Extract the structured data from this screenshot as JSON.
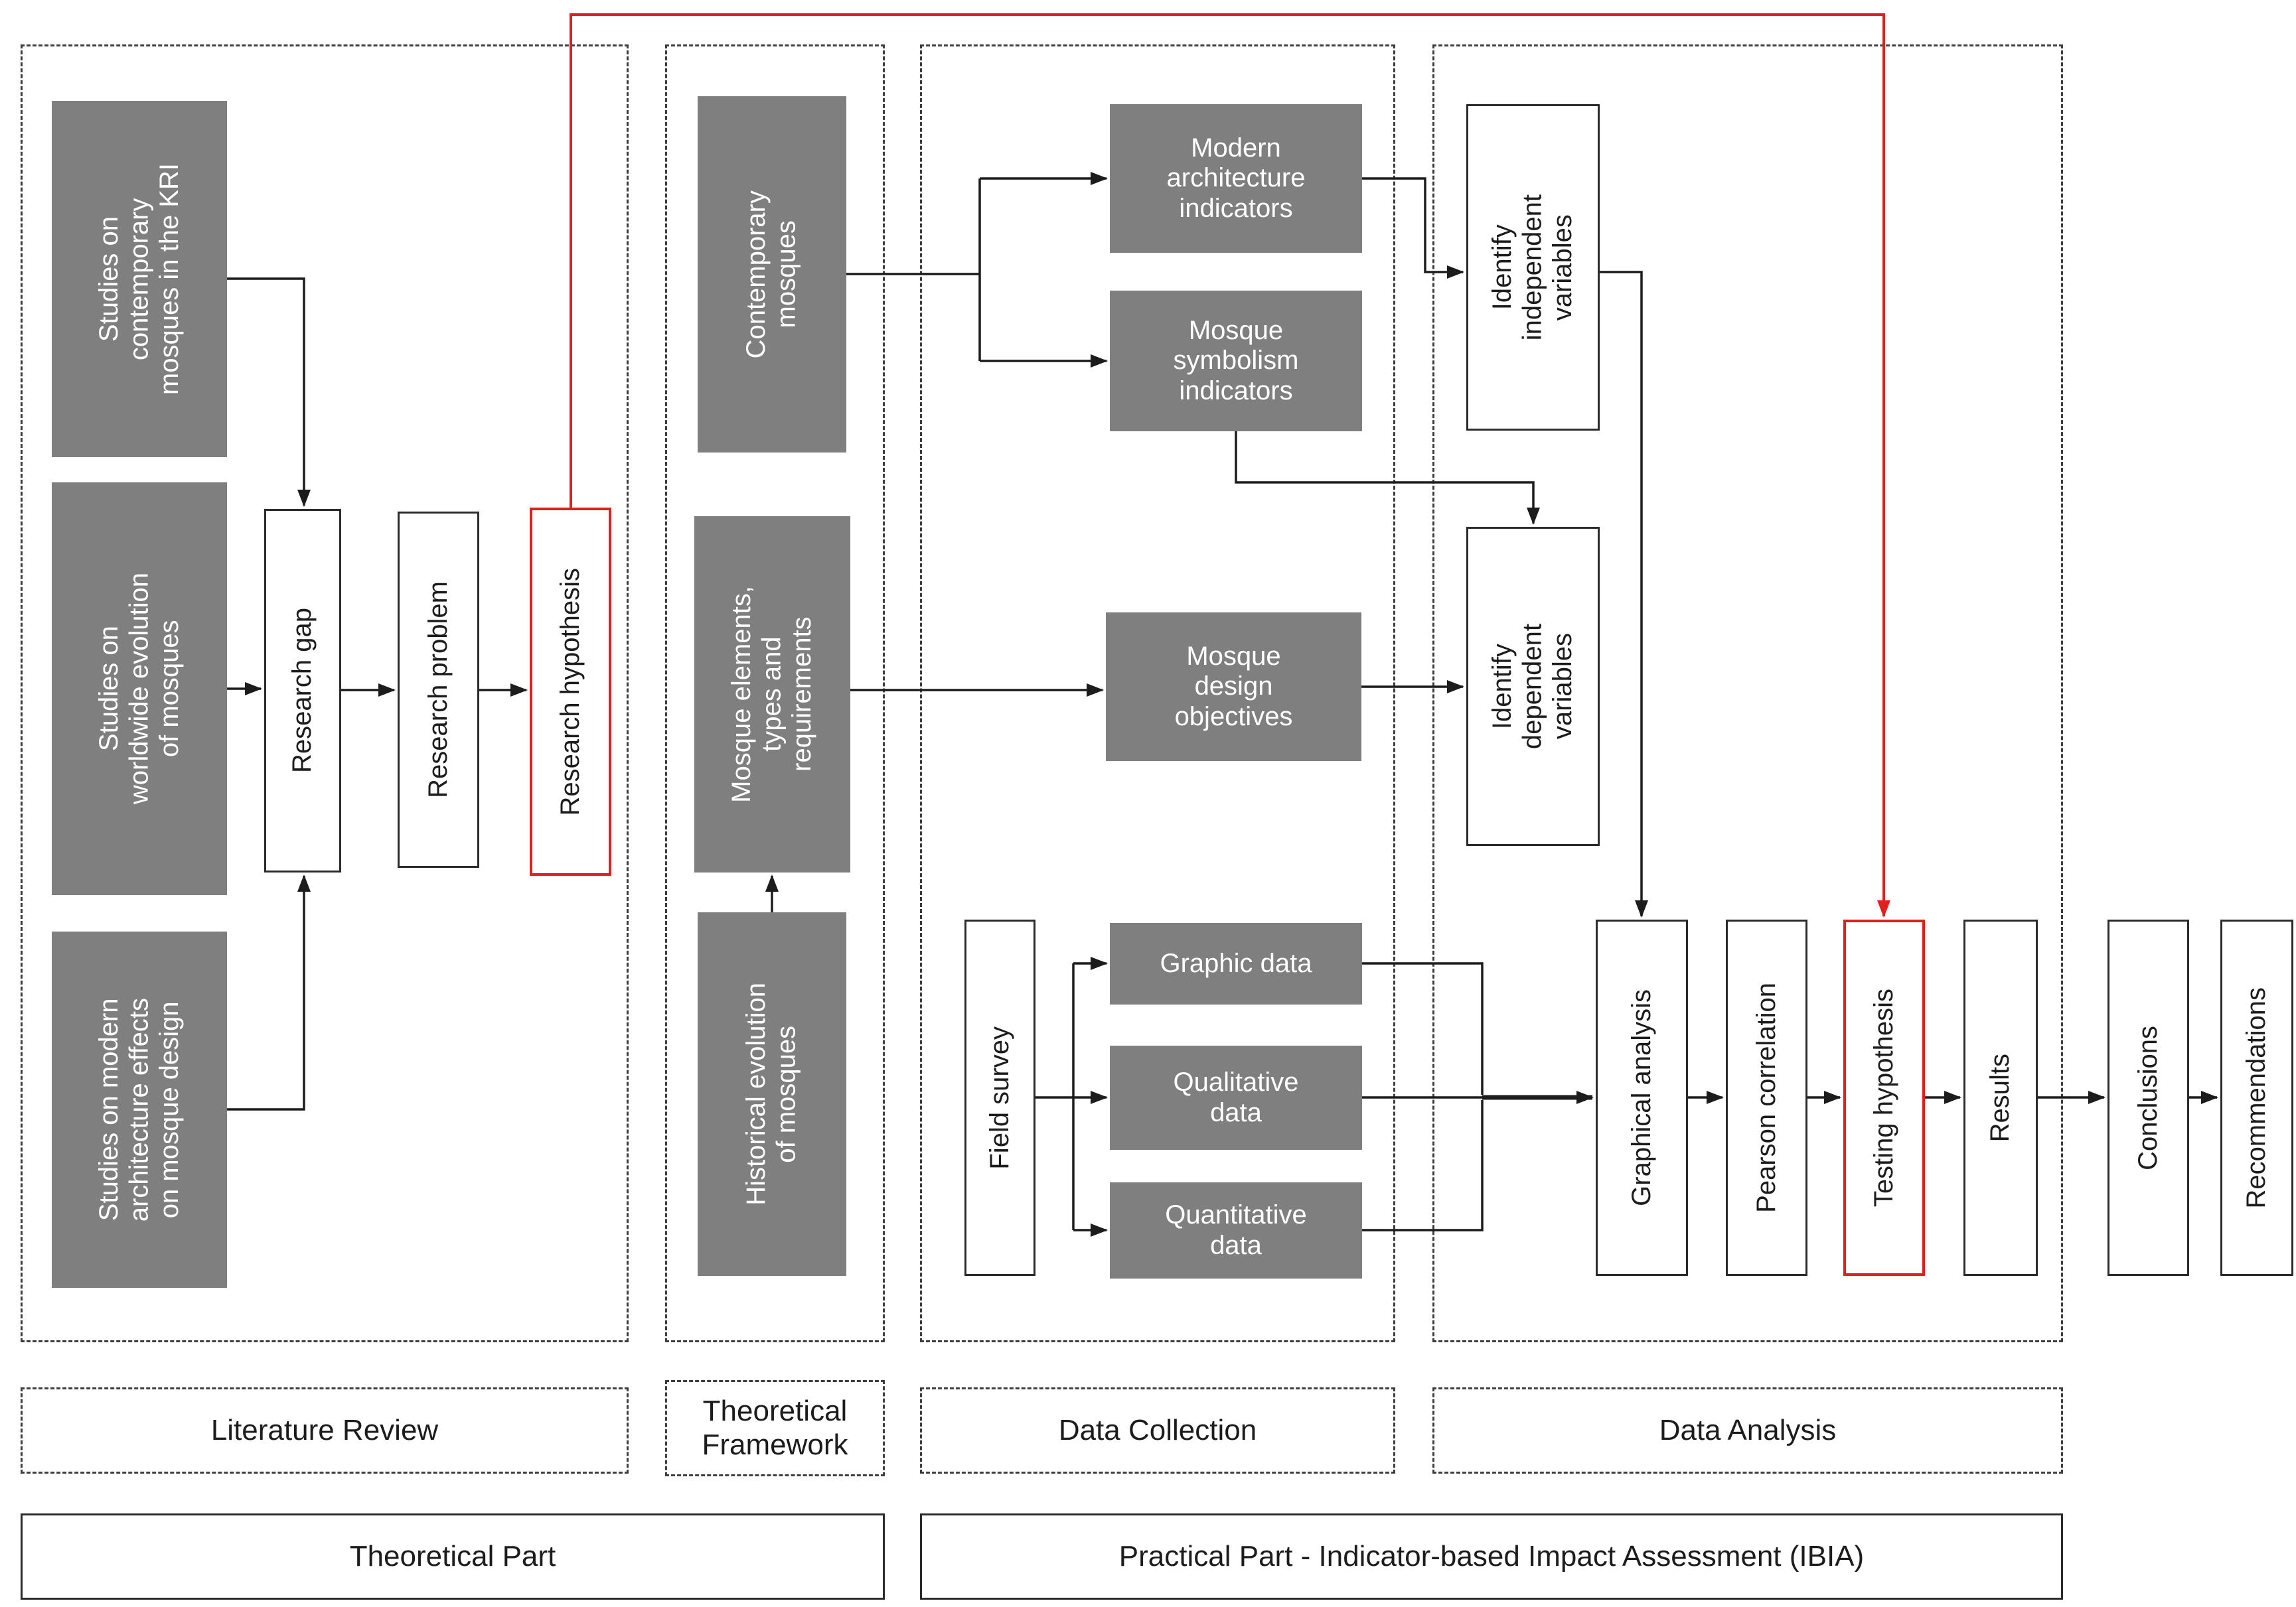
{
  "colors": {
    "node_gray": "#7f7f7f",
    "accent_red": "#df201c",
    "line_black": "#1c1c1c"
  },
  "nodes": {
    "studies_kri": {
      "label": "Studies on\ncontemporary\nmosques in the KRI"
    },
    "studies_worldwide": {
      "label": "Studies on\nworldwide evolution\nof mosques"
    },
    "studies_modern": {
      "label": "Studies on modern\narchitecture effects\non mosque design"
    },
    "research_gap": {
      "label": "Research gap"
    },
    "research_problem": {
      "label": "Research problem"
    },
    "research_hypothesis": {
      "label": "Research hypothesis"
    },
    "contemporary_mosques": {
      "label": "Contemporary\nmosques"
    },
    "mosque_elements": {
      "label": "Mosque elements,\ntypes and\nrequirements"
    },
    "historical_evolution": {
      "label": "Historical evolution\nof mosques"
    },
    "modern_arch_indicators": {
      "label": "Modern\narchitecture\nindicators"
    },
    "mosque_symbolism_indicators": {
      "label": "Mosque\nsymbolism\nindicators"
    },
    "mosque_design_objectives": {
      "label": "Mosque\ndesign\nobjectives"
    },
    "field_survey": {
      "label": "Field survey"
    },
    "graphic_data": {
      "label": "Graphic data"
    },
    "qualitative_data": {
      "label": "Qualitative\ndata"
    },
    "quantitative_data": {
      "label": "Quantitative\ndata"
    },
    "identify_independent": {
      "label": "Identify\nindependent\nvariables"
    },
    "identify_dependent": {
      "label": "Identify\ndependent\nvariables"
    },
    "graphical_analysis": {
      "label": "Graphical analysis"
    },
    "pearson_correlation": {
      "label": "Pearson correlation"
    },
    "testing_hypothesis": {
      "label": "Testing hypothesis"
    },
    "results": {
      "label": "Results"
    },
    "conclusions": {
      "label": "Conclusions"
    },
    "recommendations": {
      "label": "Recommendations"
    }
  },
  "sections": {
    "literature_review": {
      "label": "Literature Review"
    },
    "theoretical_framework": {
      "label": "Theoretical\nFramework"
    },
    "data_collection": {
      "label": "Data Collection"
    },
    "data_analysis": {
      "label": "Data Analysis"
    }
  },
  "parts": {
    "theoretical": {
      "label": "Theoretical Part"
    },
    "practical": {
      "label": "Practical Part - Indicator-based Impact Assessment (IBIA)"
    }
  }
}
